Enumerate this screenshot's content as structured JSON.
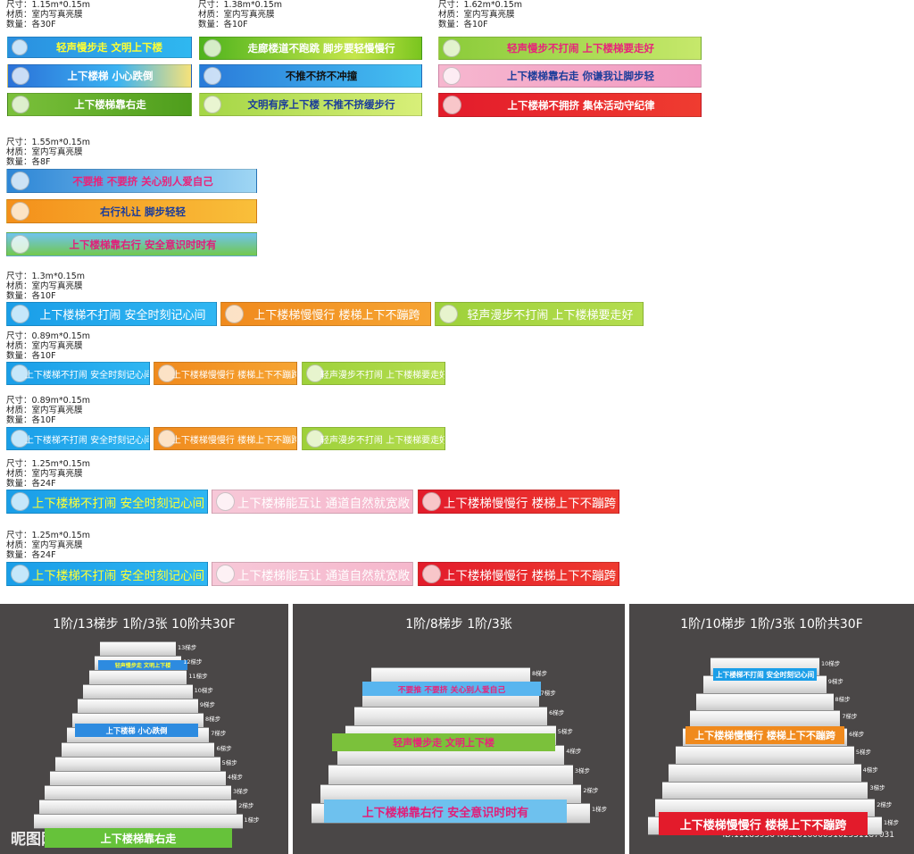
{
  "groups": [
    {
      "specs": {
        "size": "尺寸：1.15m*0.15m",
        "material": "材质：室内写真亮膜",
        "qty": "数量：各30F"
      },
      "banners": [
        "轻声慢步走 文明上下楼",
        "上下楼梯 小心跌倒",
        "上下楼梯靠右走"
      ]
    },
    {
      "specs": {
        "size": "尺寸：1.38m*0.15m",
        "material": "材质：室内写真亮膜",
        "qty": "数量：各10F"
      },
      "banners": [
        "走廊楼道不跑跳 脚步要轻慢慢行",
        "不推不挤不冲撞",
        "文明有序上下楼 不推不挤缓步行"
      ]
    },
    {
      "specs": {
        "size": "尺寸：1.62m*0.15m",
        "material": "材质：室内写真亮膜",
        "qty": "数量：各10F"
      },
      "banners": [
        "轻声慢步不打闹 上下楼梯要走好",
        "上下楼梯靠右走 你谦我让脚步轻",
        "上下楼梯不拥挤 集体活动守纪律"
      ]
    },
    {
      "specs": {
        "size": "尺寸：1.55m*0.15m",
        "material": "材质：室内写真亮膜",
        "qty": "数量：各8F"
      },
      "banners": [
        "不要推 不要挤 关心别人爱自己",
        "右行礼让 脚步轻轻",
        "上下楼梯靠右行 安全意识时时有"
      ]
    },
    {
      "specs": {
        "size": "尺寸：1.3m*0.15m",
        "material": "材质：室内写真亮膜",
        "qty": "数量：各10F"
      },
      "banners": [
        "上下楼梯不打闹 安全时刻记心间",
        "上下楼梯慢慢行 楼梯上下不蹦跨",
        "轻声漫步不打闹 上下楼梯要走好"
      ]
    },
    {
      "specs": {
        "size": "尺寸：0.89m*0.15m",
        "material": "材质：室内写真亮膜",
        "qty": "数量：各10F"
      },
      "banners": [
        "上下楼梯不打闹 安全时刻记心间",
        "上下楼梯慢慢行 楼梯上下不蹦跨",
        "轻声漫步不打闹 上下楼梯要走好"
      ]
    },
    {
      "specs": {
        "size": "尺寸：0.89m*0.15m",
        "material": "材质：室内写真亮膜",
        "qty": "数量：各10F"
      },
      "banners": [
        "上下楼梯不打闹 安全时刻记心间",
        "上下楼梯慢慢行 楼梯上下不蹦跨",
        "轻声漫步不打闹 上下楼梯要走好"
      ]
    },
    {
      "specs": {
        "size": "尺寸：1.25m*0.15m",
        "material": "材质：室内写真亮膜",
        "qty": "数量：各24F"
      },
      "banners": [
        "上下楼梯不打闹 安全时刻记心间",
        "上下楼梯能互让 通道自然就宽敞",
        "上下楼梯慢慢行 楼梯上下不蹦跨"
      ]
    },
    {
      "specs": {
        "size": "尺寸：1.25m*0.15m",
        "material": "材质：室内写真亮膜",
        "qty": "数量：各24F"
      },
      "banners": [
        "上下楼梯不打闹 安全时刻记心间",
        "上下楼梯能互让 通道自然就宽敞",
        "上下楼梯慢慢行 楼梯上下不蹦跨"
      ]
    }
  ],
  "mockups": [
    {
      "title": "1阶/13梯步 1阶/3张 10阶共30F",
      "steps": [
        "13梯步",
        "12梯步",
        "11梯步",
        "10梯步",
        "9梯步",
        "8梯步",
        "7梯步",
        "6梯步",
        "5梯步",
        "4梯步",
        "3梯步",
        "2梯步",
        "1梯步"
      ],
      "banners": [
        "轻声慢步走 文明上下楼",
        "上下楼梯 小心跌倒",
        "上下楼梯靠右走"
      ]
    },
    {
      "title": "1阶/8梯步 1阶/3张",
      "steps": [
        "8梯步",
        "7梯步",
        "6梯步",
        "5梯步",
        "4梯步",
        "3梯步",
        "2梯步",
        "1梯步"
      ],
      "banners": [
        "不要推 不要挤 关心别人爱自己",
        "轻声慢步走 文明上下楼",
        "上下楼梯靠右行 安全意识时时有"
      ]
    },
    {
      "title": "1阶/10梯步 1阶/3张 10阶共30F",
      "steps": [
        "10梯步",
        "9梯步",
        "8梯步",
        "7梯步",
        "6梯步",
        "5梯步",
        "4梯步",
        "3梯步",
        "2梯步",
        "1梯步"
      ],
      "banners": [
        "上下楼梯不打闹 安全时刻记心间",
        "上下楼梯慢慢行 楼梯上下不蹦跨",
        "上下楼梯慢慢行 楼梯上下不蹦跨"
      ]
    }
  ],
  "watermark": {
    "site": "昵图网 www.nipic.com",
    "id": "ID:11183936 NO:20180605102551187031"
  }
}
